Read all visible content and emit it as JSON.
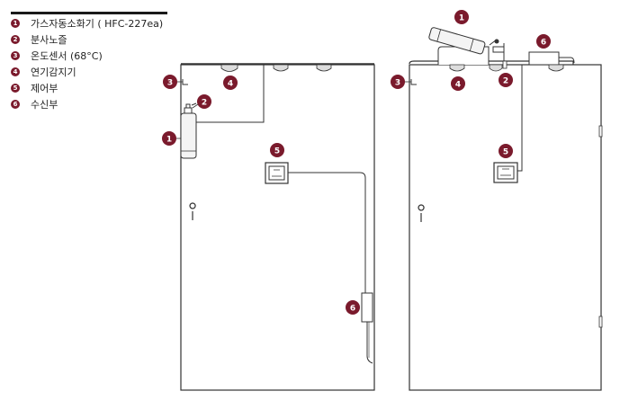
{
  "legend": {
    "items": [
      {
        "num": "1",
        "label": "가스자동소화기 ( HFC-227ea)"
      },
      {
        "num": "2",
        "label": "분사노즐"
      },
      {
        "num": "3",
        "label": "온도센서 (68°C)"
      },
      {
        "num": "4",
        "label": "연기감지기"
      },
      {
        "num": "5",
        "label": "제어부"
      },
      {
        "num": "6",
        "label": "수신부"
      }
    ]
  },
  "callouts": {
    "left": [
      {
        "num": "3"
      },
      {
        "num": "4"
      },
      {
        "num": "2"
      },
      {
        "num": "1"
      },
      {
        "num": "5"
      },
      {
        "num": "6"
      }
    ],
    "right": [
      {
        "num": "1"
      },
      {
        "num": "6"
      },
      {
        "num": "3"
      },
      {
        "num": "4"
      },
      {
        "num": "2"
      },
      {
        "num": "5"
      }
    ]
  },
  "colors": {
    "badge": "#7a1a2c",
    "line": "#333333"
  }
}
